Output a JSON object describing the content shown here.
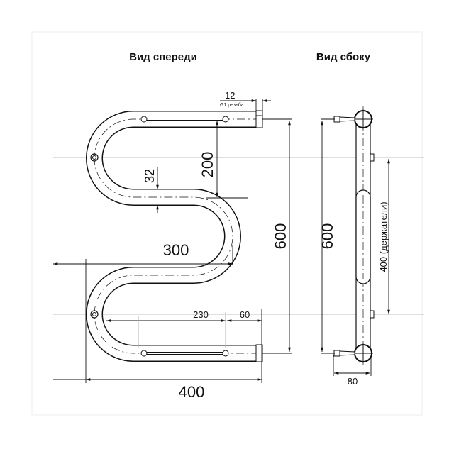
{
  "titles": {
    "front": "Вид спереди",
    "side": "Вид сбоку"
  },
  "front_dimensions": {
    "thread_width": "12",
    "thread_note": "G1 резьба",
    "bend_spacing": "200",
    "pipe_diameter": "32",
    "width_inner": "300",
    "height": "600",
    "shelf_length": "230",
    "shelf_offset": "60",
    "width_total": "400"
  },
  "side_dimensions": {
    "height": "600",
    "holders": "400 (держатели)",
    "depth": "80"
  }
}
